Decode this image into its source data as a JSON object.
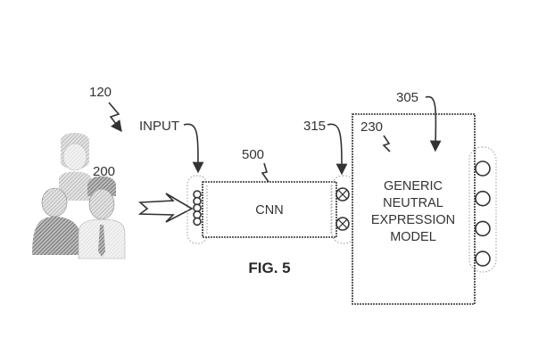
{
  "figure": {
    "caption": "FIG. 5",
    "diagram_ref": "120"
  },
  "people": {
    "ref": "200",
    "icon": "group-of-people-icon"
  },
  "input": {
    "label": "INPUT",
    "node_count": 5
  },
  "cnn": {
    "ref": "500",
    "label": "CNN"
  },
  "output_layer": {
    "ref": "315",
    "node_count": 2,
    "node_style": "crossed-circle"
  },
  "model": {
    "ref": "230",
    "arrow_ref": "305",
    "lines": [
      "GENERIC",
      "NEUTRAL",
      "EXPRESSION",
      "MODEL"
    ],
    "node_count": 4
  }
}
